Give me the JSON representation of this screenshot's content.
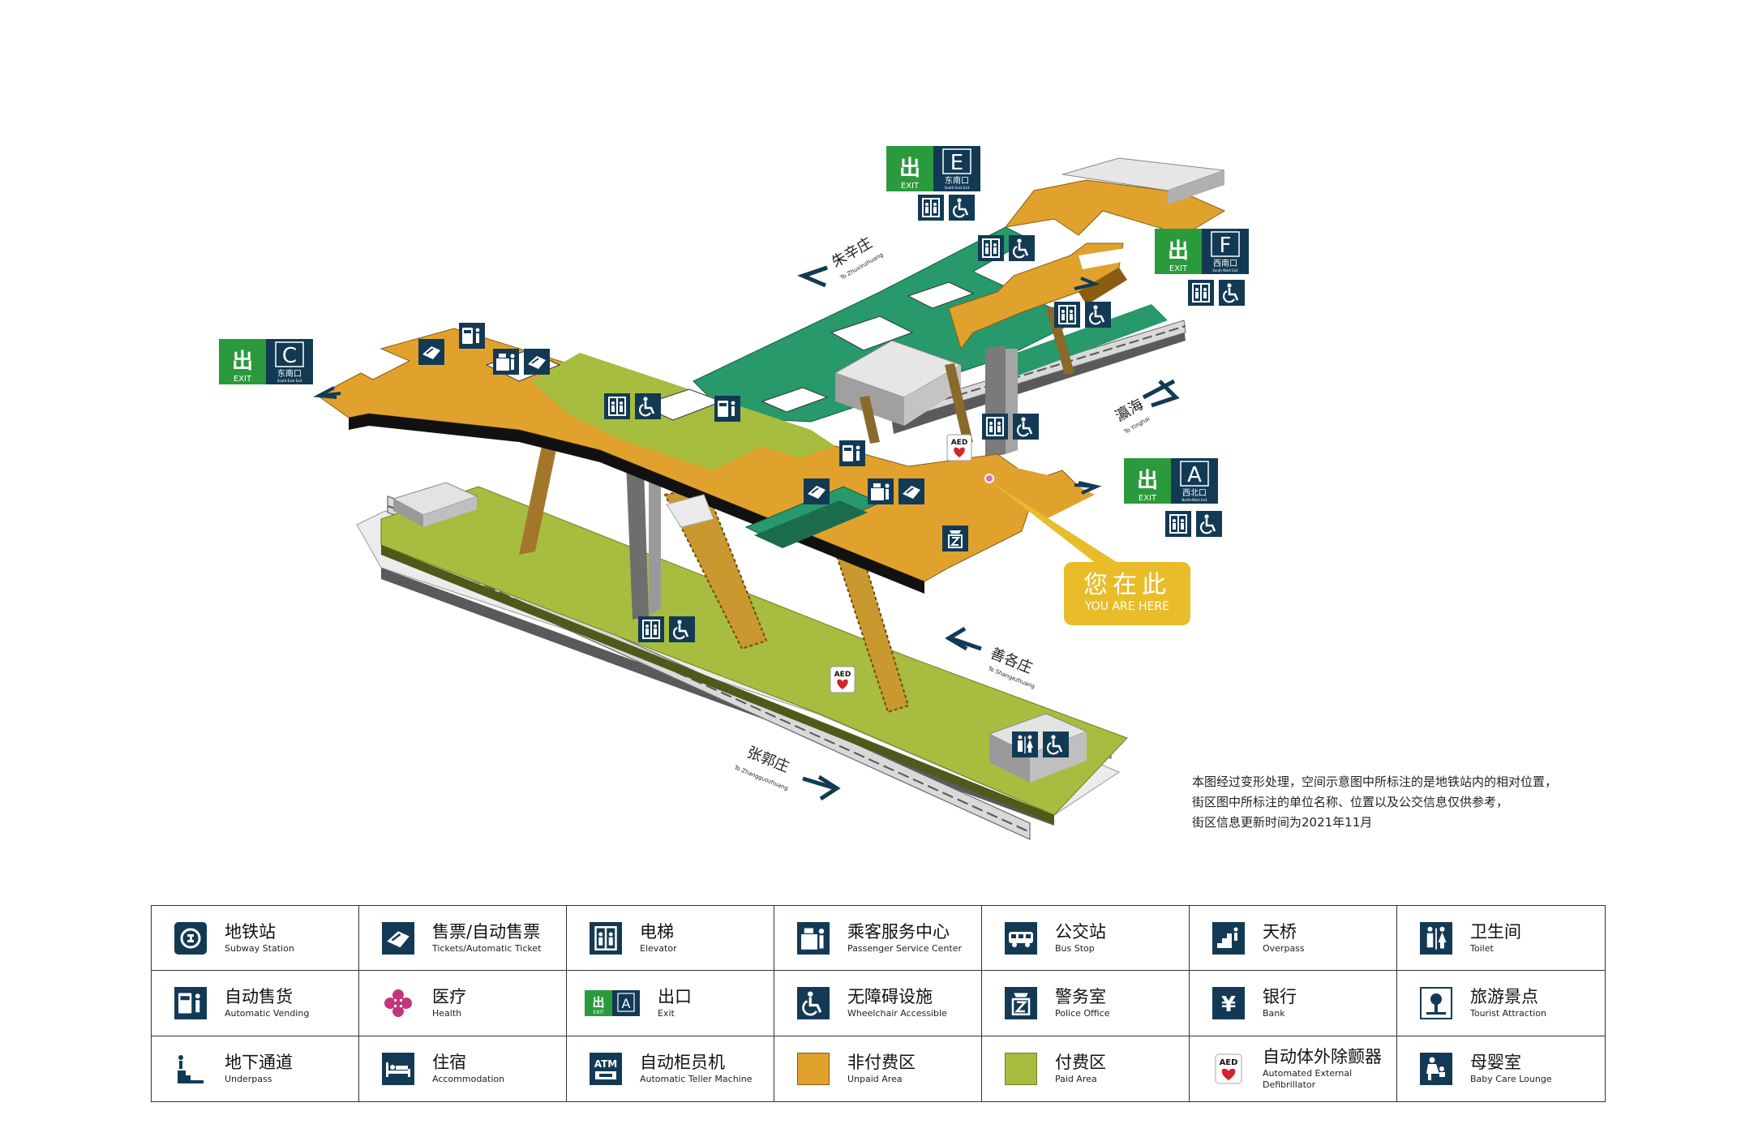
{
  "colors": {
    "unpaid": "#e0a22d",
    "paid": "#a7bd3f",
    "concourse_green": "#27996b",
    "navy": "#123a55",
    "exit_green": "#2a9a3c",
    "you_are_here": "#e9bc2a"
  },
  "directions": {
    "zhuxinzhuang": {
      "cn": "朱辛庄",
      "en": "To Zhuxinzhuang"
    },
    "yinghai": {
      "cn": "瀛海",
      "en": "To Yinghai"
    },
    "shangezhuang": {
      "cn": "善各庄",
      "en": "To Shangezhuang"
    },
    "zhangguozhuang": {
      "cn": "张郭庄",
      "en": "To Zhangguozhuang"
    }
  },
  "exits": [
    {
      "id": "C",
      "word": "EXIT",
      "cn": "东南口",
      "en": "South-East Exit"
    },
    {
      "id": "E",
      "word": "EXIT",
      "cn": "东南口",
      "en": "South-East Exit"
    },
    {
      "id": "F",
      "word": "EXIT",
      "cn": "西南口",
      "en": "South-West Exit"
    },
    {
      "id": "A",
      "word": "EXIT",
      "cn": "西北口",
      "en": "North-West Exit"
    }
  ],
  "aed_label": "AED",
  "you_are_here": {
    "cn": "您在此",
    "en": "YOU ARE HERE"
  },
  "note": [
    "本图经过变形处理，空间示意图中所标注的是地铁站内的相对位置，",
    "街区图中所标注的单位名称、位置以及公交信息仅供参考，",
    "街区信息更新时间为2021年11月"
  ],
  "legend": [
    {
      "cn": "地铁站",
      "en": "Subway Station",
      "icon": "subway-station-icon"
    },
    {
      "cn": "售票/自动售票",
      "en": "Tickets/Automatic Ticket",
      "icon": "ticket-icon"
    },
    {
      "cn": "电梯",
      "en": "Elevator",
      "icon": "elevator-icon"
    },
    {
      "cn": "乘客服务中心",
      "en": "Passenger Service Center",
      "icon": "service-center-icon"
    },
    {
      "cn": "公交站",
      "en": "Bus Stop",
      "icon": "bus-icon"
    },
    {
      "cn": "天桥",
      "en": "Overpass",
      "icon": "overpass-icon"
    },
    {
      "cn": "卫生间",
      "en": "Toilet",
      "icon": "toilet-icon"
    },
    {
      "cn": "自动售货",
      "en": "Automatic Vending",
      "icon": "vending-icon"
    },
    {
      "cn": "医疗",
      "en": "Health",
      "icon": "health-icon"
    },
    {
      "cn": "出口",
      "en": "Exit",
      "icon": "exit-icon"
    },
    {
      "cn": "无障碍设施",
      "en": "Wheelchair Accessible",
      "icon": "wheelchair-icon"
    },
    {
      "cn": "警务室",
      "en": "Police Office",
      "icon": "police-icon"
    },
    {
      "cn": "银行",
      "en": "Bank",
      "icon": "bank-icon"
    },
    {
      "cn": "旅游景点",
      "en": "Tourist Attraction",
      "icon": "tourist-icon"
    },
    {
      "cn": "地下通道",
      "en": "Underpass",
      "icon": "underpass-icon"
    },
    {
      "cn": "住宿",
      "en": "Accommodation",
      "icon": "accommodation-icon"
    },
    {
      "cn": "自动柜员机",
      "en": "Automatic Teller Machine",
      "icon": "atm-icon"
    },
    {
      "cn": "非付费区",
      "en": "Unpaid Area",
      "icon": "unpaid-area-icon"
    },
    {
      "cn": "付费区",
      "en": "Paid Area",
      "icon": "paid-area-icon"
    },
    {
      "cn": "自动体外除颤器",
      "en": "Automated External Defibrillator",
      "icon": "aed-icon"
    },
    {
      "cn": "母婴室",
      "en": "Baby Care Lounge",
      "icon": "baby-care-icon"
    }
  ],
  "legend_exit": {
    "word": "EXIT",
    "id": "A"
  },
  "legend_atm": "ATM",
  "legend_bank": "¥"
}
